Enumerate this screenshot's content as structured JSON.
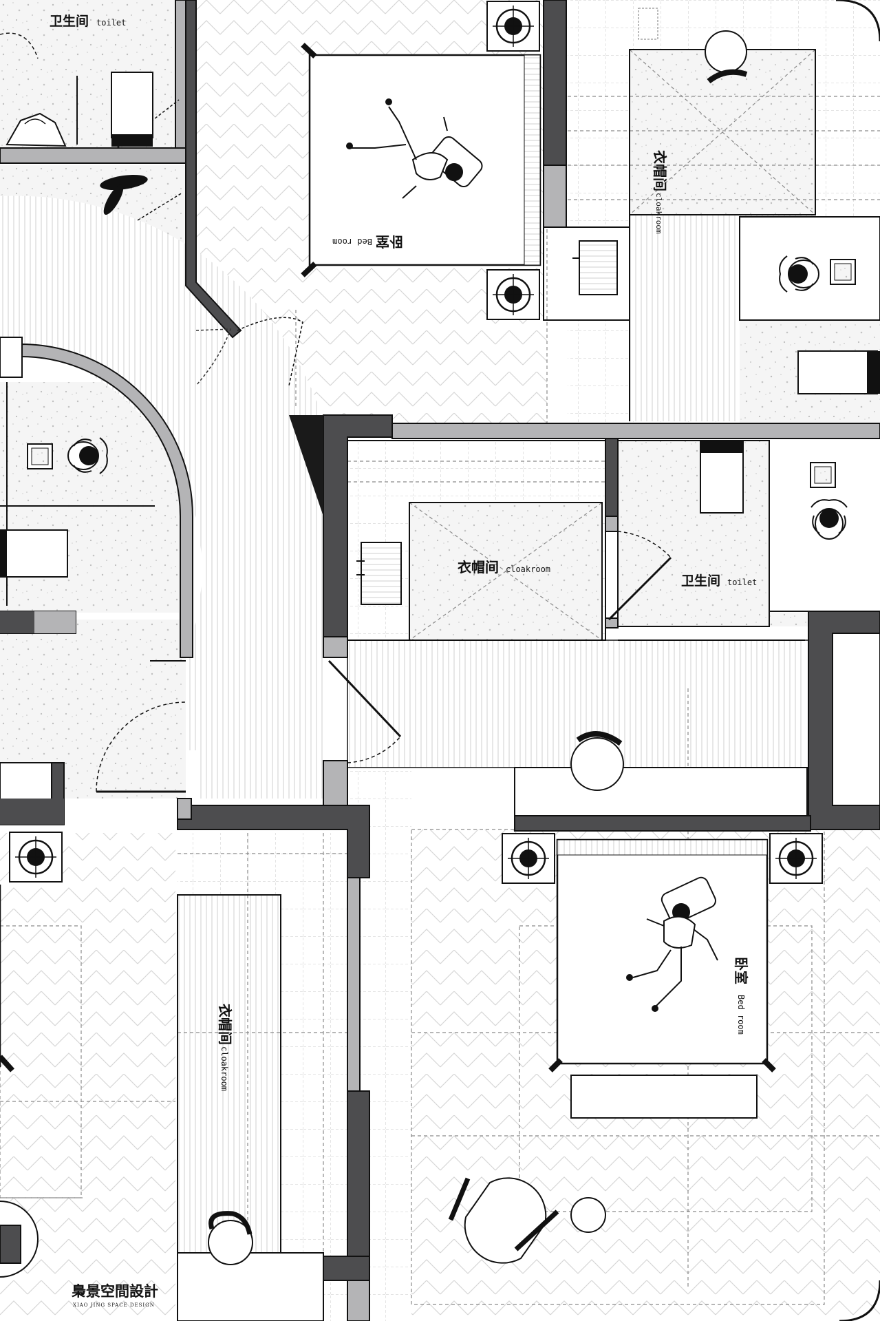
{
  "colors": {
    "wall_dark": "#4d4d4f",
    "wall_light": "#b4b4b6",
    "wall_black": "#1a1a1a",
    "floor_terrazzo": "#f4f4f4",
    "line": "#111111",
    "dashed": "#7a7a7a"
  },
  "labels": {
    "toilet_top_left": {
      "cn": "卫生间",
      "en": "toilet"
    },
    "bedroom_top": {
      "cn": "卧室",
      "en": "Bed room"
    },
    "cloakroom_top": {
      "cn": "衣帽间",
      "en": "cloakroom"
    },
    "cloakroom_middle": {
      "cn": "衣帽间",
      "en": "cloakroom"
    },
    "toilet_middle": {
      "cn": "卫生间",
      "en": "toilet"
    },
    "cloakroom_bottom": {
      "cn": "衣帽间",
      "en": "cloakroom"
    },
    "bedroom_bottom": {
      "cn": "卧室",
      "en": "Bed room"
    }
  },
  "brand": {
    "cn": "梟景空間設計",
    "en": "XIAO JING SPACE DESIGN"
  },
  "icons": [
    "bed-icon",
    "person-sleeping-icon",
    "nightstand-lamp-icon",
    "toilet-icon",
    "sink-icon",
    "shower-drain-icon",
    "chair-icon",
    "door-swing-icon",
    "round-table-icon"
  ]
}
